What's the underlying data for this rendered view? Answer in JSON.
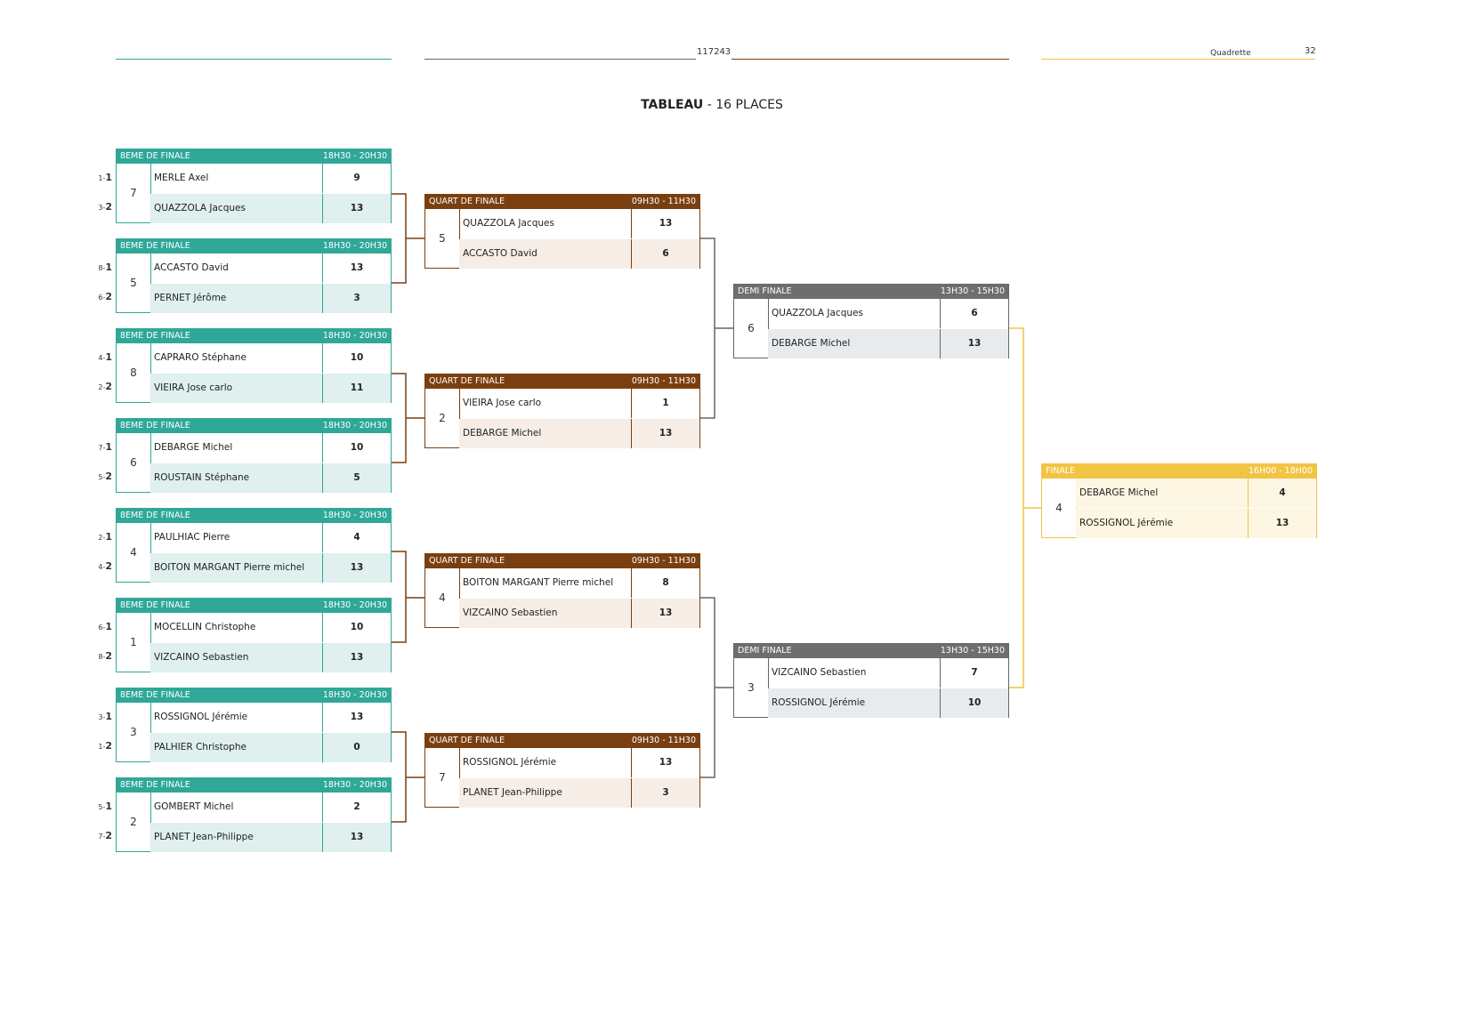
{
  "header": {
    "code": "117243",
    "type": "Quadrette",
    "page": "32"
  },
  "title": {
    "bold": "TABLEAU",
    "rest": " - 16 PLACES"
  },
  "colors": {
    "eighth": "#2fa898",
    "quarter": "#7a3f10",
    "semi": "#6e6e6e",
    "final": "#f2c443"
  },
  "eighths": [
    {
      "label": "8EME DE FINALE",
      "time": "18H30 - 20H30",
      "num": "7",
      "p1": "MERLE Axel",
      "s1": "9",
      "p2": "QUAZZOLA Jacques",
      "s2": "13",
      "seed1a": "1-",
      "seed1b": "1",
      "seed2a": "3-",
      "seed2b": "2"
    },
    {
      "label": "8EME DE FINALE",
      "time": "18H30 - 20H30",
      "num": "5",
      "p1": "ACCASTO David",
      "s1": "13",
      "p2": "PERNET Jérôme",
      "s2": "3",
      "seed1a": "8-",
      "seed1b": "1",
      "seed2a": "6-",
      "seed2b": "2"
    },
    {
      "label": "8EME DE FINALE",
      "time": "18H30 - 20H30",
      "num": "8",
      "p1": "CAPRARO Stéphane",
      "s1": "10",
      "p2": "VIEIRA Jose carlo",
      "s2": "11",
      "seed1a": "4-",
      "seed1b": "1",
      "seed2a": "2-",
      "seed2b": "2"
    },
    {
      "label": "8EME DE FINALE",
      "time": "18H30 - 20H30",
      "num": "6",
      "p1": "DEBARGE Michel",
      "s1": "10",
      "p2": "ROUSTAIN Stéphane",
      "s2": "5",
      "seed1a": "7-",
      "seed1b": "1",
      "seed2a": "5-",
      "seed2b": "2"
    },
    {
      "label": "8EME DE FINALE",
      "time": "18H30 - 20H30",
      "num": "4",
      "p1": "PAULHIAC Pierre",
      "s1": "4",
      "p2": "BOITON MARGANT Pierre michel",
      "s2": "13",
      "seed1a": "2-",
      "seed1b": "1",
      "seed2a": "4-",
      "seed2b": "2"
    },
    {
      "label": "8EME DE FINALE",
      "time": "18H30 - 20H30",
      "num": "1",
      "p1": "MOCELLIN Christophe",
      "s1": "10",
      "p2": "VIZCAINO Sebastien",
      "s2": "13",
      "seed1a": "6-",
      "seed1b": "1",
      "seed2a": "8-",
      "seed2b": "2"
    },
    {
      "label": "8EME DE FINALE",
      "time": "18H30 - 20H30",
      "num": "3",
      "p1": "ROSSIGNOL Jérémie",
      "s1": "13",
      "p2": "PALHIER Christophe",
      "s2": "0",
      "seed1a": "3-",
      "seed1b": "1",
      "seed2a": "1-",
      "seed2b": "2"
    },
    {
      "label": "8EME DE FINALE",
      "time": "18H30 - 20H30",
      "num": "2",
      "p1": "GOMBERT Michel",
      "s1": "2",
      "p2": "PLANET Jean-Philippe",
      "s2": "13",
      "seed1a": "5-",
      "seed1b": "1",
      "seed2a": "7-",
      "seed2b": "2"
    }
  ],
  "quarters": [
    {
      "label": "QUART DE FINALE",
      "time": "09H30 - 11H30",
      "num": "5",
      "p1": "QUAZZOLA Jacques",
      "s1": "13",
      "p2": "ACCASTO David",
      "s2": "6"
    },
    {
      "label": "QUART DE FINALE",
      "time": "09H30 - 11H30",
      "num": "2",
      "p1": "VIEIRA Jose carlo",
      "s1": "1",
      "p2": "DEBARGE Michel",
      "s2": "13"
    },
    {
      "label": "QUART DE FINALE",
      "time": "09H30 - 11H30",
      "num": "4",
      "p1": "BOITON MARGANT Pierre michel",
      "s1": "8",
      "p2": "VIZCAINO Sebastien",
      "s2": "13"
    },
    {
      "label": "QUART DE FINALE",
      "time": "09H30 - 11H30",
      "num": "7",
      "p1": "ROSSIGNOL Jérémie",
      "s1": "13",
      "p2": "PLANET Jean-Philippe",
      "s2": "3"
    }
  ],
  "semis": [
    {
      "label": "DEMI FINALE",
      "time": "13H30 - 15H30",
      "num": "6",
      "p1": "QUAZZOLA Jacques",
      "s1": "6",
      "p2": "DEBARGE Michel",
      "s2": "13"
    },
    {
      "label": "DEMI FINALE",
      "time": "13H30 - 15H30",
      "num": "3",
      "p1": "VIZCAINO Sebastien",
      "s1": "7",
      "p2": "ROSSIGNOL Jérémie",
      "s2": "10"
    }
  ],
  "final": {
    "label": "FINALE",
    "time": "16H00 - 18H00",
    "num": "4",
    "p1": "DEBARGE Michel",
    "s1": "4",
    "p2": "ROSSIGNOL Jérémie",
    "s2": "13"
  }
}
